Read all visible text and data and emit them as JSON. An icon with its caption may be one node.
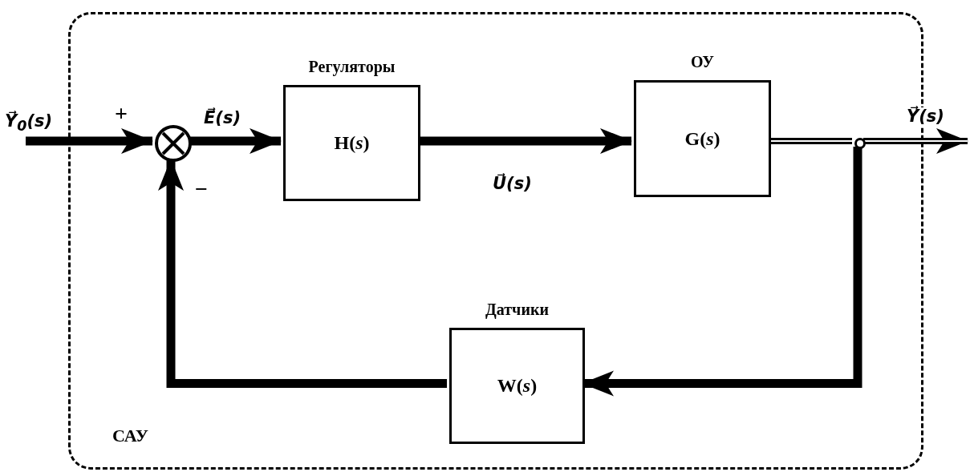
{
  "diagram": {
    "nodes": [
      {
        "text": [
          "САУ"
        ]
      },
      {
        "text": [],
        "shape": "circle",
        "in": 0
      },
      {
        "text": [
          "Регуляторы",
          "H(*s*)"
        ],
        "in": 0
      },
      {
        "text": [
          "ОУ",
          "G(*s*)"
        ],
        "in": 0
      },
      {
        "text": [],
        "shape": "circle",
        "in": 0
      },
      {
        "text": [
          "Датчики",
          "W(*s*)"
        ],
        "in": 0
      }
    ],
    "edges": [
      {
        "from": null,
        "to": 1,
        "arrow": "to",
        "label": "Y⃗$_{0}$(*s*)"
      },
      {
        "from": 1,
        "to": 2,
        "arrow": "to",
        "label": "E⃗(*s*)"
      },
      {
        "from": 2,
        "to": 3,
        "arrow": "to",
        "label": "U⃗(*s*)"
      },
      {
        "from": 3,
        "to": 4,
        "arrow": "none"
      },
      {
        "from": 4,
        "to": null,
        "arrow": "to",
        "label": "Y⃗(*s*)"
      },
      {
        "from": 4,
        "to": 5,
        "arrow": "to"
      },
      {
        "from": 5,
        "to": 1,
        "arrow": "to"
      }
    ],
    "labels": [
      "+",
      "−"
    ]
  }
}
